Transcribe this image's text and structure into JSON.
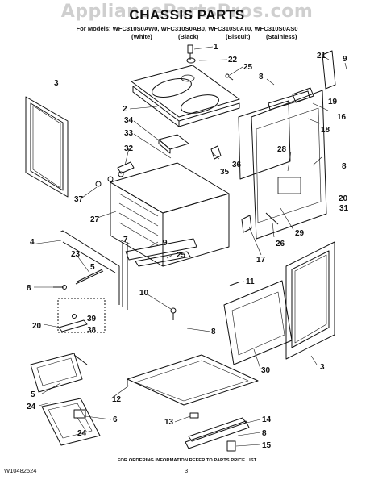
{
  "header": {
    "watermark": "AppliancePartsPros.com",
    "title": "CHASSIS PARTS",
    "models_line": "For Models: WFC310S0AW0, WFC310S0AB0, WFC310S0AT0, WFC310S0AS0",
    "variants": [
      "(White)",
      "(Black)",
      "(Biscuit)",
      "(Stainless)"
    ]
  },
  "callouts": [
    "1",
    "22",
    "25",
    "2",
    "8",
    "21",
    "3",
    "34",
    "9",
    "19",
    "16",
    "33",
    "18",
    "32",
    "36",
    "28",
    "35",
    "8",
    "37",
    "27",
    "20",
    "31",
    "4",
    "7",
    "9",
    "26",
    "29",
    "17",
    "23",
    "5",
    "25",
    "8",
    "11",
    "10",
    "39",
    "38",
    "8",
    "20",
    "30",
    "3",
    "12",
    "5",
    "24",
    "6",
    "24",
    "13",
    "14",
    "8",
    "15"
  ],
  "footer": {
    "note": "FOR ORDERING INFORMATION REFER TO PARTS PRICE LIST",
    "doc_id": "W10482524",
    "page": "3"
  }
}
